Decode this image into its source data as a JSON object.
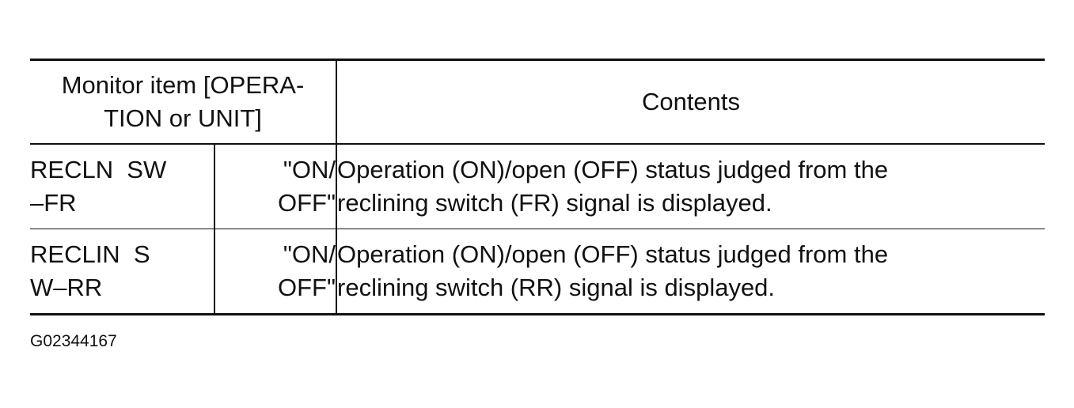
{
  "table": {
    "header": {
      "monitor_item_line1": "Monitor item [OPERA-",
      "monitor_item_line2": "TION or UNIT]",
      "contents": "Contents"
    },
    "rows": [
      {
        "item_line1": "RECLN  SW",
        "item_line2": "–FR",
        "unit_line1": "\"ON/",
        "unit_line2": "OFF\"",
        "contents_line1": "Operation (ON)/open (OFF) status judged from the",
        "contents_line2": "reclining switch (FR) signal is displayed."
      },
      {
        "item_line1": "RECLIN  S",
        "item_line2": "W–RR",
        "unit_line1": "\"ON/",
        "unit_line2": "OFF\"",
        "contents_line1": "Operation (ON)/open (OFF) status judged from the",
        "contents_line2": "reclining switch (RR) signal is displayed."
      }
    ]
  },
  "figure_code": "G02344167"
}
